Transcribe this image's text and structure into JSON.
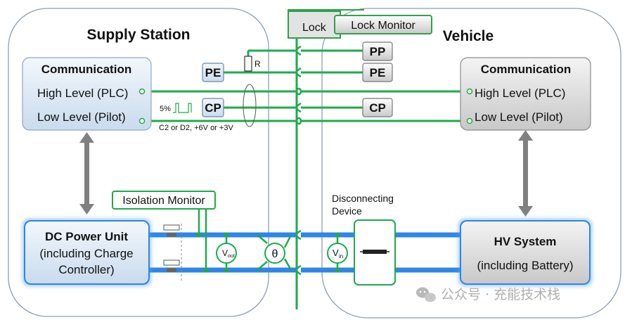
{
  "supply_station": {
    "title": "Supply Station",
    "communication": {
      "heading": "Communication",
      "high_level": "High Level (PLC)",
      "low_level": "Low Level (Pilot)"
    },
    "dc_power_unit": {
      "line1": "DC Power Unit",
      "line2": "(including Charge",
      "line3": "Controller)"
    },
    "isolation_monitor": "Isolation Monitor",
    "pwm_label": "5%",
    "cp_states": "C2 or D2, +6V or +3V",
    "resistor_label": "R"
  },
  "vehicle": {
    "title": "Vehicle",
    "communication": {
      "heading": "Communication",
      "high_level": "High Level (PLC)",
      "low_level": "Low Level (Pilot)"
    },
    "hv_system": {
      "line1": "HV System",
      "line2": "(including Battery)"
    },
    "disconnecting_device": {
      "line1": "Disconnecting",
      "line2": "Device"
    }
  },
  "connector": {
    "lock": "Lock",
    "lock_monitor": "Lock Monitor",
    "pins": {
      "pp": "PP",
      "pe_station": "PE",
      "pe_vehicle": "PE",
      "cp_station": "CP",
      "cp_vehicle": "CP"
    }
  },
  "meters": {
    "v_out": "V",
    "v_out_sub": "out",
    "theta": "θ",
    "v_in": "V",
    "v_in_sub": "in"
  },
  "watermark": "公众号 · 充能技术栈",
  "colors": {
    "signal_line": "#1eab4a",
    "power_line": "#2e86e8",
    "panel_left": "#d6e3f0",
    "panel_right": "#d9d9d9"
  }
}
